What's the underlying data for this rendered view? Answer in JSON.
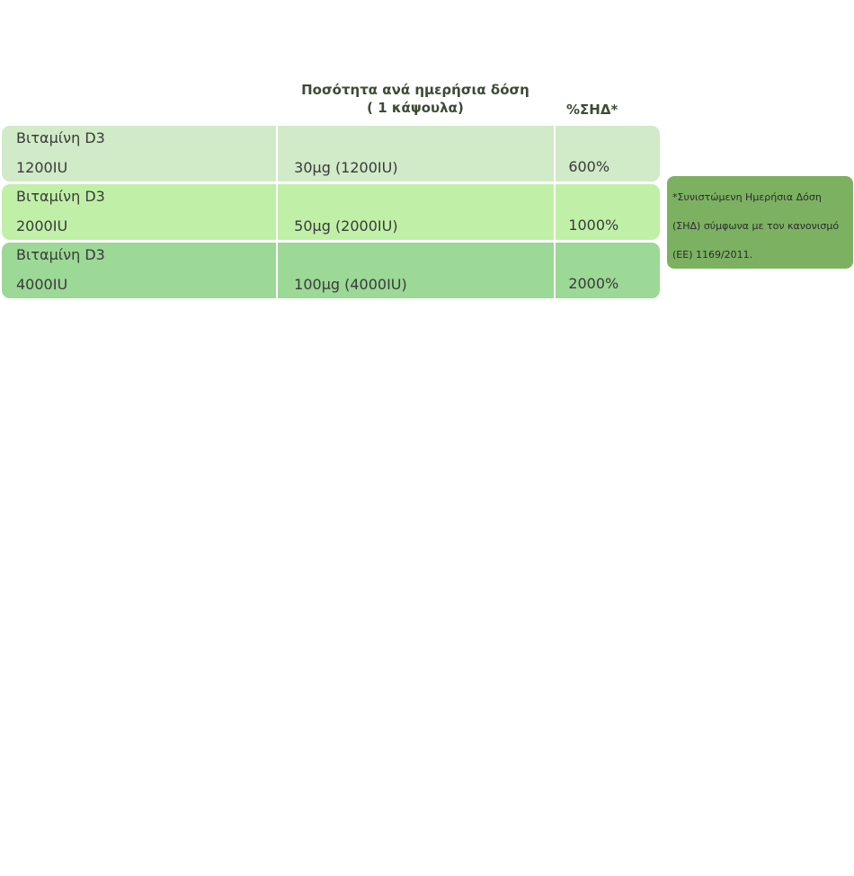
{
  "table": {
    "headers": {
      "name": "",
      "dose_line1": "Ποσότητα ανά ημερήσια δόση",
      "dose_line2": "( 1 κάψουλα)",
      "rda": "%ΣΗΔ*"
    },
    "rows": [
      {
        "name": "Βιταμίνη D3",
        "strength": "1200IU",
        "dose": "30μg (1200IU)",
        "rda": "600%",
        "color": "#d1eac7"
      },
      {
        "name": "Βιταμίνη D3",
        "strength": "2000IU",
        "dose": "50μg (2000IU)",
        "rda": "1000%",
        "color": "#c0f0a8"
      },
      {
        "name": "Βιταμίνη D3",
        "strength": "4000IU",
        "dose": "100μg (4000IU)",
        "rda": "2000%",
        "color": "#9cd896"
      }
    ]
  },
  "note": {
    "text": "*Συνιστώμενη Ημερήσια Δόση (ΣΗΔ) σύμφωνα με τον κανονισμό (ΕΕ) 1169/2011.",
    "color": "#7cb162"
  }
}
